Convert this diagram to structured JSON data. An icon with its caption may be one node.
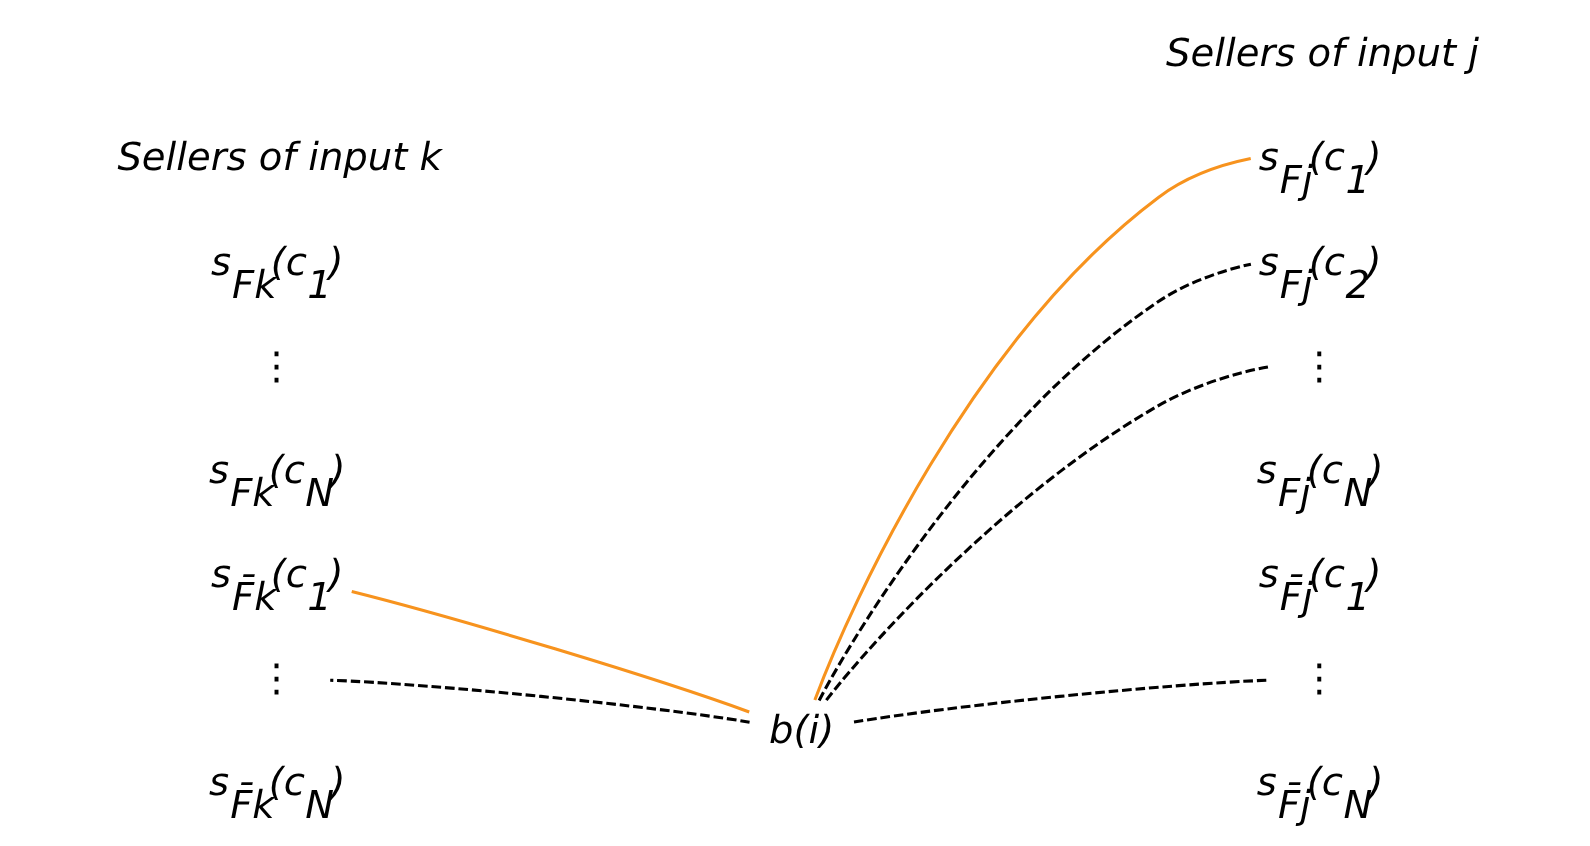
{
  "diagram": {
    "nodes": [
      {
        "text": [
          "s$_{Fk}$(c$_{1}$)"
        ]
      },
      {
        "text": [
          "⋮"
        ]
      },
      {
        "text": [
          "s$_{Fk}$(c$_{N}$)"
        ]
      },
      {
        "text": [
          "s$_{F̄k}$(c$_{1}$)"
        ]
      },
      {
        "text": [
          "⋮"
        ]
      },
      {
        "text": [
          "s$_{F̄k}$(c$_{N}$)"
        ]
      },
      {
        "text": [
          "b(i)"
        ]
      },
      {
        "text": [
          "s$_{Fj}$(c$_{1}$)"
        ]
      },
      {
        "text": [
          "s$_{Fj}$(c$_{2}$)"
        ]
      },
      {
        "text": [
          "⋮"
        ]
      },
      {
        "text": [
          "s$_{Fj}$(c$_{N}$)"
        ]
      },
      {
        "text": [
          "s$_{F̄j}$(c$_{1}$)"
        ]
      },
      {
        "text": [
          "⋮"
        ]
      },
      {
        "text": [
          "s$_{F̄j}$(c$_{N}$)"
        ]
      }
    ],
    "edges": [
      {
        "from": 6,
        "to": 7,
        "arrow": "none",
        "color": "#f7931e"
      },
      {
        "from": 6,
        "to": 8,
        "arrow": "none",
        "style": "dashed"
      },
      {
        "from": 6,
        "to": 9,
        "arrow": "none",
        "style": "dashed"
      },
      {
        "from": 6,
        "to": 12,
        "arrow": "none",
        "style": "dashed"
      },
      {
        "from": 6,
        "to": 3,
        "arrow": "none",
        "color": "#f7931e"
      },
      {
        "from": 6,
        "to": 4,
        "arrow": "none",
        "style": "dashed"
      }
    ],
    "labels": [
      "Sellers of input k",
      "Sellers of input j"
    ]
  }
}
